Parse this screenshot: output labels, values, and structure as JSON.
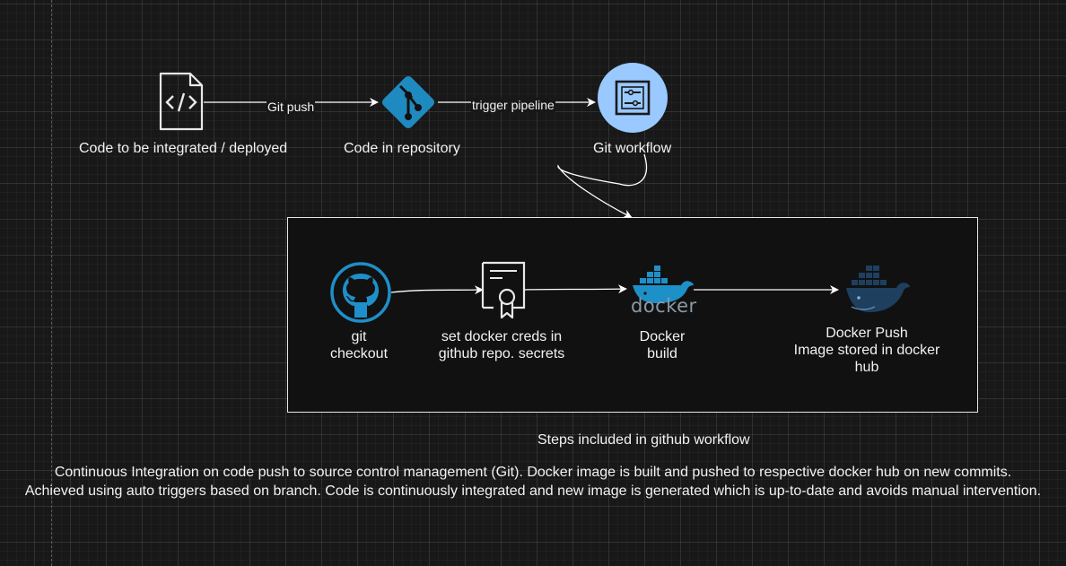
{
  "top_row": {
    "code_label": "Code to be integrated / deployed",
    "repo_label": "Code in repository",
    "workflow_label": "Git workflow",
    "edge_push": "Git push",
    "edge_trigger": "trigger pipeline"
  },
  "workflow_box": {
    "caption": "Steps included in github workflow",
    "steps": [
      {
        "label": "git\ncheckout"
      },
      {
        "label": "set docker creds in\ngithub repo. secrets"
      },
      {
        "label": "Docker\nbuild"
      },
      {
        "label": "Docker Push\nImage stored in docker\nhub"
      }
    ]
  },
  "docker_wordmark": "docker",
  "description": {
    "line1": "Continuous Integration on code push to source control management (Git). Docker image is built and pushed to respective docker hub on new commits.",
    "line2": "Achieved using auto triggers based on branch. Code is continuously integrated and new image is generated which is up-to-date and avoids manual intervention."
  },
  "colors": {
    "git_blue": "#1f8ac0",
    "workflow_circle": "#99c9ff",
    "docker_blue": "#1e90c8",
    "dark_docker": "#1f3f5f",
    "line": "#ffffff"
  },
  "icons": {
    "code": "code-file-icon",
    "repo": "git-branch-icon",
    "workflow": "workflow-icon",
    "checkout": "github-icon",
    "secrets": "certificate-icon",
    "build": "docker-logo-icon",
    "push": "docker-whale-icon"
  }
}
